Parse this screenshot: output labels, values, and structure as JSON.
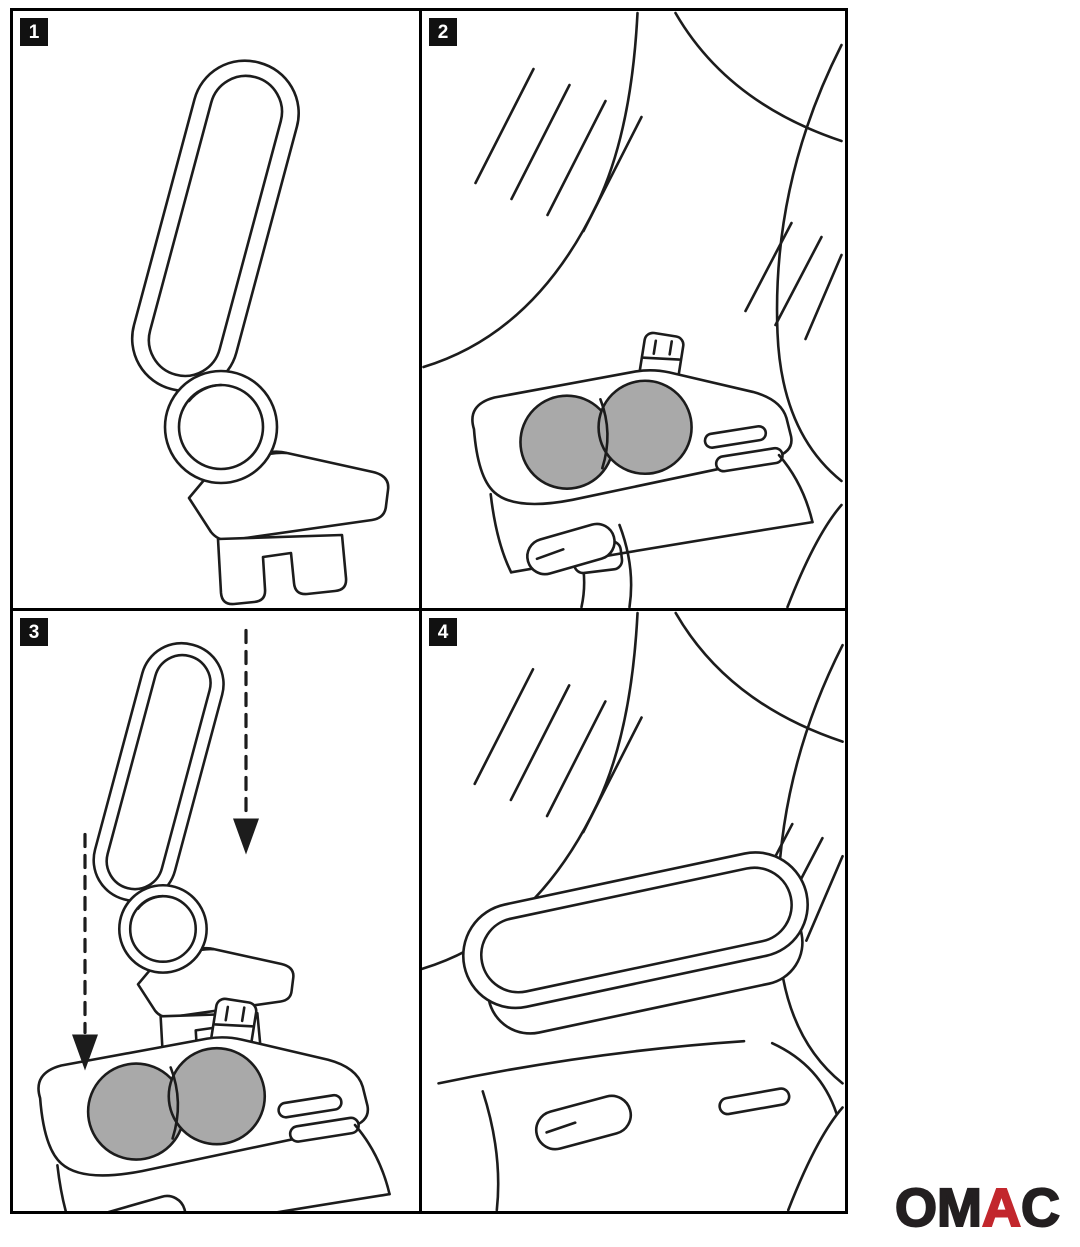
{
  "sheet": {
    "panels": [
      {
        "number": "1",
        "illustration": "armrest-unit"
      },
      {
        "number": "2",
        "illustration": "center-console-with-cupholders"
      },
      {
        "number": "3",
        "illustration": "armrest-installation-press-down"
      },
      {
        "number": "4",
        "illustration": "armrest-installed-in-cabin"
      }
    ]
  },
  "logo": {
    "text": "OMAC",
    "part_om": "OM",
    "part_a": "A",
    "part_c": "C"
  },
  "colors": {
    "line": "#1c1c1c",
    "cupholder-gray": "#a9a9a9",
    "panel-border": "#000000",
    "badge-bg": "#111111",
    "badge-text": "#ffffff",
    "logo-dark": "#231f20",
    "logo-red": "#c2272d",
    "background": "#ffffff"
  }
}
